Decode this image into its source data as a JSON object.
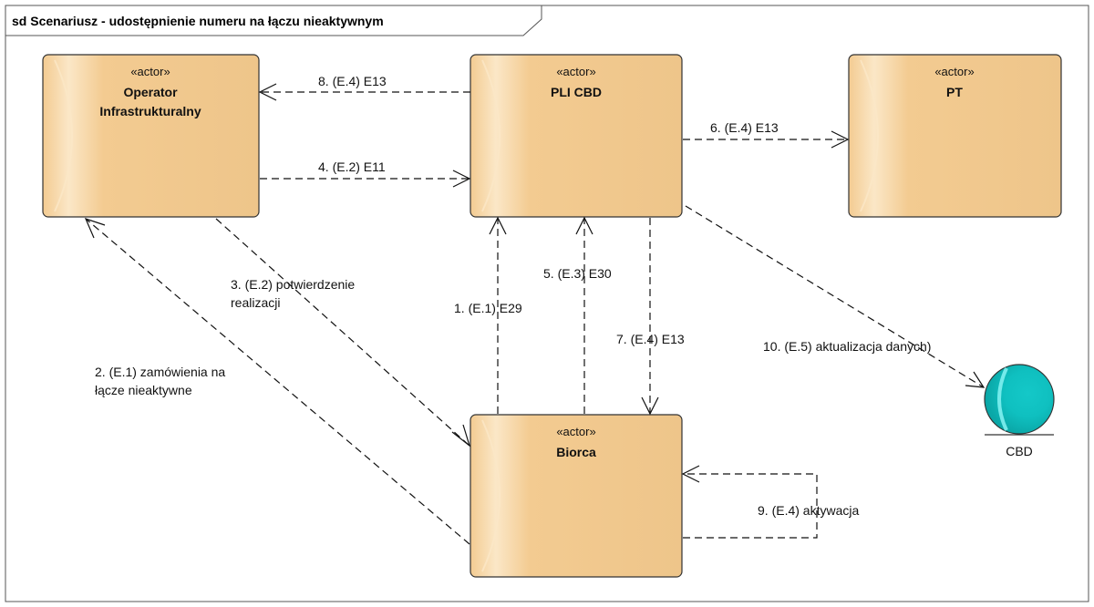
{
  "frame": {
    "title": "sd Scenariusz - udostępnienie numeru na łączu nieaktywnym"
  },
  "colors": {
    "actor_fill": "#f3cb91",
    "actor_highlight": "#fbe7c7",
    "actor_border": "#333333",
    "entity_fill": "#13c6c6",
    "entity_highlight": "#7ff0f0"
  },
  "actors": {
    "operator": {
      "stereotype": "«actor»",
      "name_line1": "Operator",
      "name_line2": "Infrastrukturalny"
    },
    "pli_cbd": {
      "stereotype": "«actor»",
      "name": "PLI CBD"
    },
    "pt": {
      "stereotype": "«actor»",
      "name": "PT"
    },
    "biorca": {
      "stereotype": "«actor»",
      "name": "Biorca"
    }
  },
  "entity": {
    "name": "CBD",
    "icon": "entity-circle-icon"
  },
  "messages": {
    "m1": "1. (E.1) E29",
    "m2_line1": "2. (E.1) zamówienia na",
    "m2_line2": "łącze nieaktywne",
    "m3_line1": "3. (E.2) potwierdzenie",
    "m3_line2": "realizacji",
    "m4": "4. (E.2) E11",
    "m5": "5. (E.3) E30",
    "m6": "6. (E.4) E13",
    "m7": "7. (E.4) E13",
    "m8": "8. (E.4) E13",
    "m9": "9. (E.4) aktywacja",
    "m10": "10. (E.5) aktualizacja danych)"
  }
}
